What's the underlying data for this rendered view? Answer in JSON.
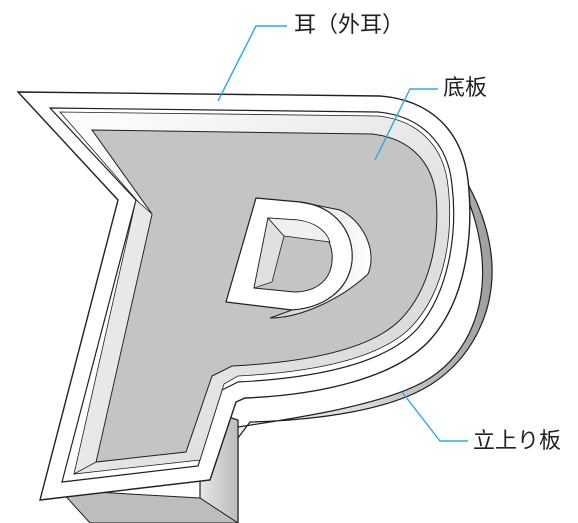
{
  "labels": {
    "ear": "耳（外耳）",
    "base_plate": "底板",
    "side_plate": "立上り板"
  },
  "colors": {
    "leader_line": "#29abe2",
    "outline": "#231f20",
    "base_plate_fill": "#c4c4c4",
    "side_light": "#f2f2f2",
    "side_dark": "#bdbdbd",
    "ear_fill": "#ffffff"
  }
}
